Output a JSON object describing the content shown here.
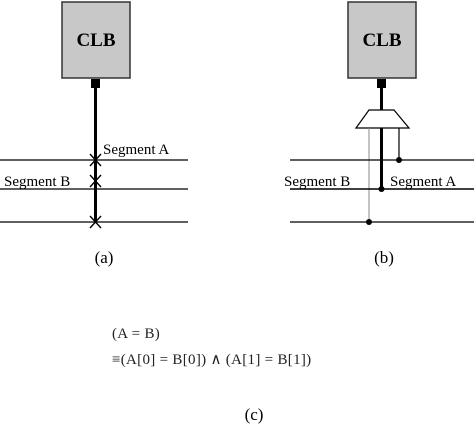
{
  "panel_a": {
    "block_label": "CLB",
    "segment_a_label": "Segment A",
    "segment_b_label": "Segment B",
    "caption": "(a)"
  },
  "panel_b": {
    "block_label": "CLB",
    "segment_a_label": "Segment A",
    "segment_b_label": "Segment B",
    "caption": "(b)"
  },
  "panel_c": {
    "equation_line1": "(A = B)",
    "equation_line2": "≡(A[0] = B[0]) ∧ (A[1] = B[1])",
    "caption": "(c)"
  },
  "colors": {
    "clb_fill": "#c8c8c8",
    "line": "#000000",
    "thin_line": "#999999"
  }
}
